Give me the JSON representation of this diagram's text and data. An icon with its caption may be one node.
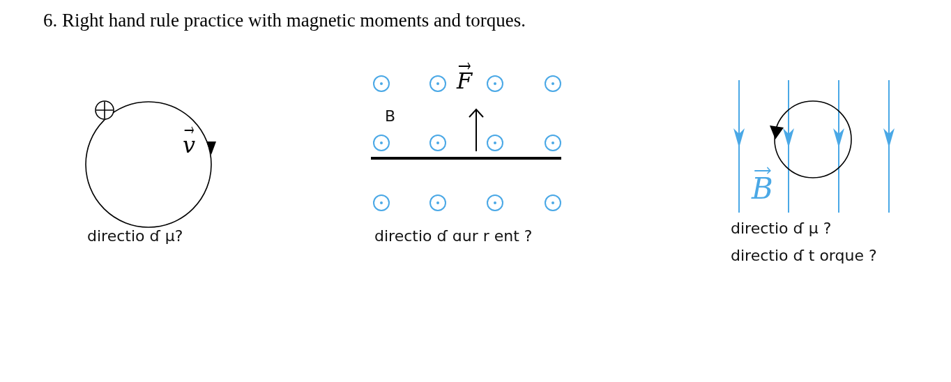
{
  "diagram": {
    "title": "6. Right hand rule practice with magnetic moments and torques.",
    "labels": [
      "v",
      "directio ɗ µ?",
      "B",
      "F",
      "directio ɗ ɑur r ent ?",
      "B",
      "directio ɗ µ ?",
      "directio ɗ t orque ?"
    ]
  }
}
